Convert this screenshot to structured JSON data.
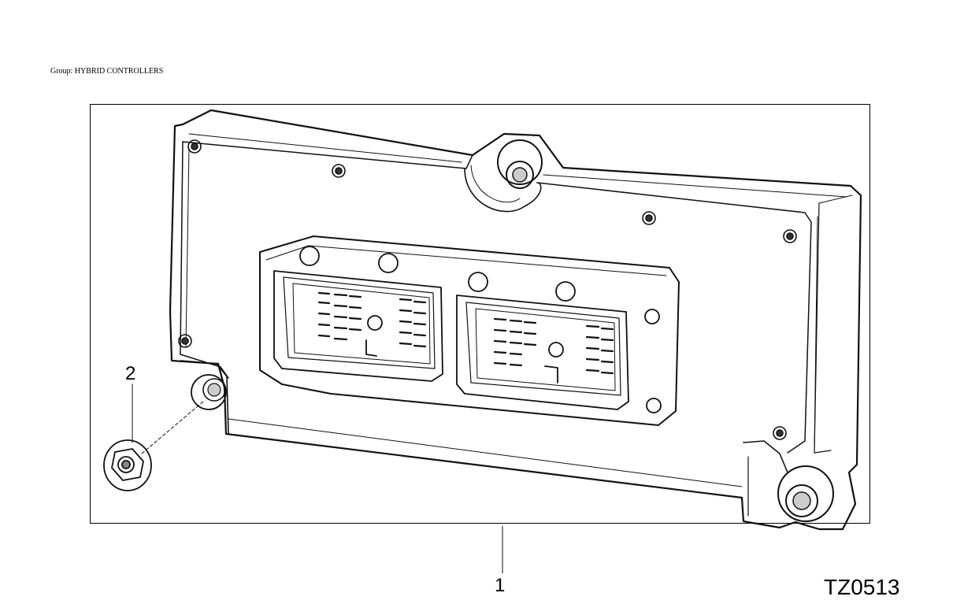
{
  "header": {
    "group": "Group: HYBRID CONTROLLERS"
  },
  "figure": {
    "callouts": [
      {
        "id": "1",
        "part": "controller-module"
      },
      {
        "id": "2",
        "part": "mounting-nut"
      }
    ],
    "figure_id": "TZ0513"
  }
}
